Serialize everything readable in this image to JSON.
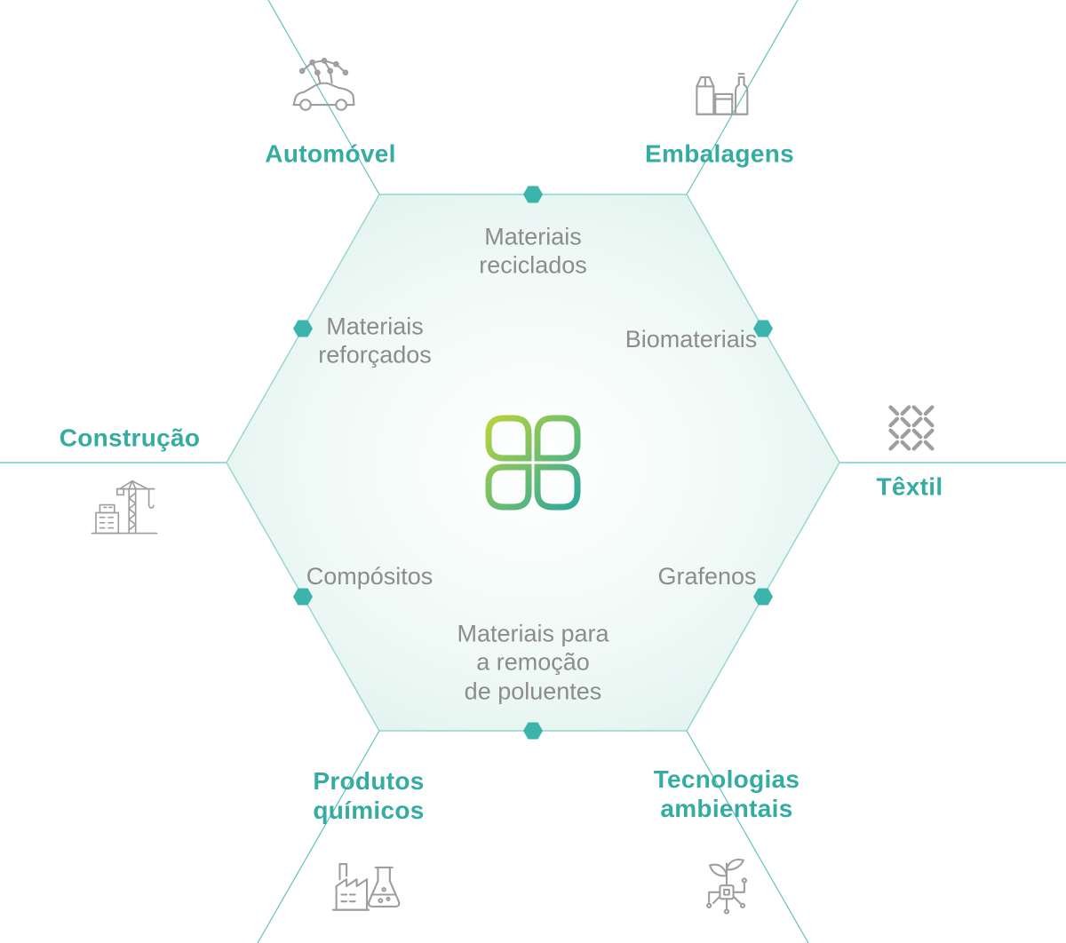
{
  "palette": {
    "accent_teal": "#35ACA2",
    "connector_line_teal": "#5FC4BA",
    "marker_teal": "#3BB5AB",
    "hexagon_fill": "#E1F2EE",
    "hexagon_border": "#93D6CD",
    "material_label_gray": "#8C8C8C",
    "icon_gray": "#9E9E9E",
    "logo_gradient_start": "#B9D43C",
    "logo_gradient_end": "#29A79D"
  },
  "sectors": [
    {
      "id": "automovel",
      "label": "Automóvel",
      "icon": "connected-car-icon"
    },
    {
      "id": "embalagens",
      "label": "Embalagens",
      "icon": "packaging-icon"
    },
    {
      "id": "construcao",
      "label": "Construção",
      "icon": "construction-crane-icon"
    },
    {
      "id": "textil",
      "label": "Têxtil",
      "icon": "woven-fabric-icon"
    },
    {
      "id": "produtos-quimicos",
      "label": "Produtos\nquímicos",
      "icon": "chemical-plant-icon"
    },
    {
      "id": "tecnologias-ambientais",
      "label": "Tecnologias\nambientais",
      "icon": "green-technology-icon"
    }
  ],
  "materials": [
    {
      "id": "materiais-reciclados",
      "label": "Materiais\nreciclados"
    },
    {
      "id": "materiais-reforcados",
      "label": "Materiais\nreforçados"
    },
    {
      "id": "biomateriais",
      "label": "Biomateriais"
    },
    {
      "id": "compositos",
      "label": "Compósitos"
    },
    {
      "id": "grafenos",
      "label": "Grafenos"
    },
    {
      "id": "materiais-remocao-poluentes",
      "label": "Materiais para\na remoção\nde poluentes"
    }
  ]
}
